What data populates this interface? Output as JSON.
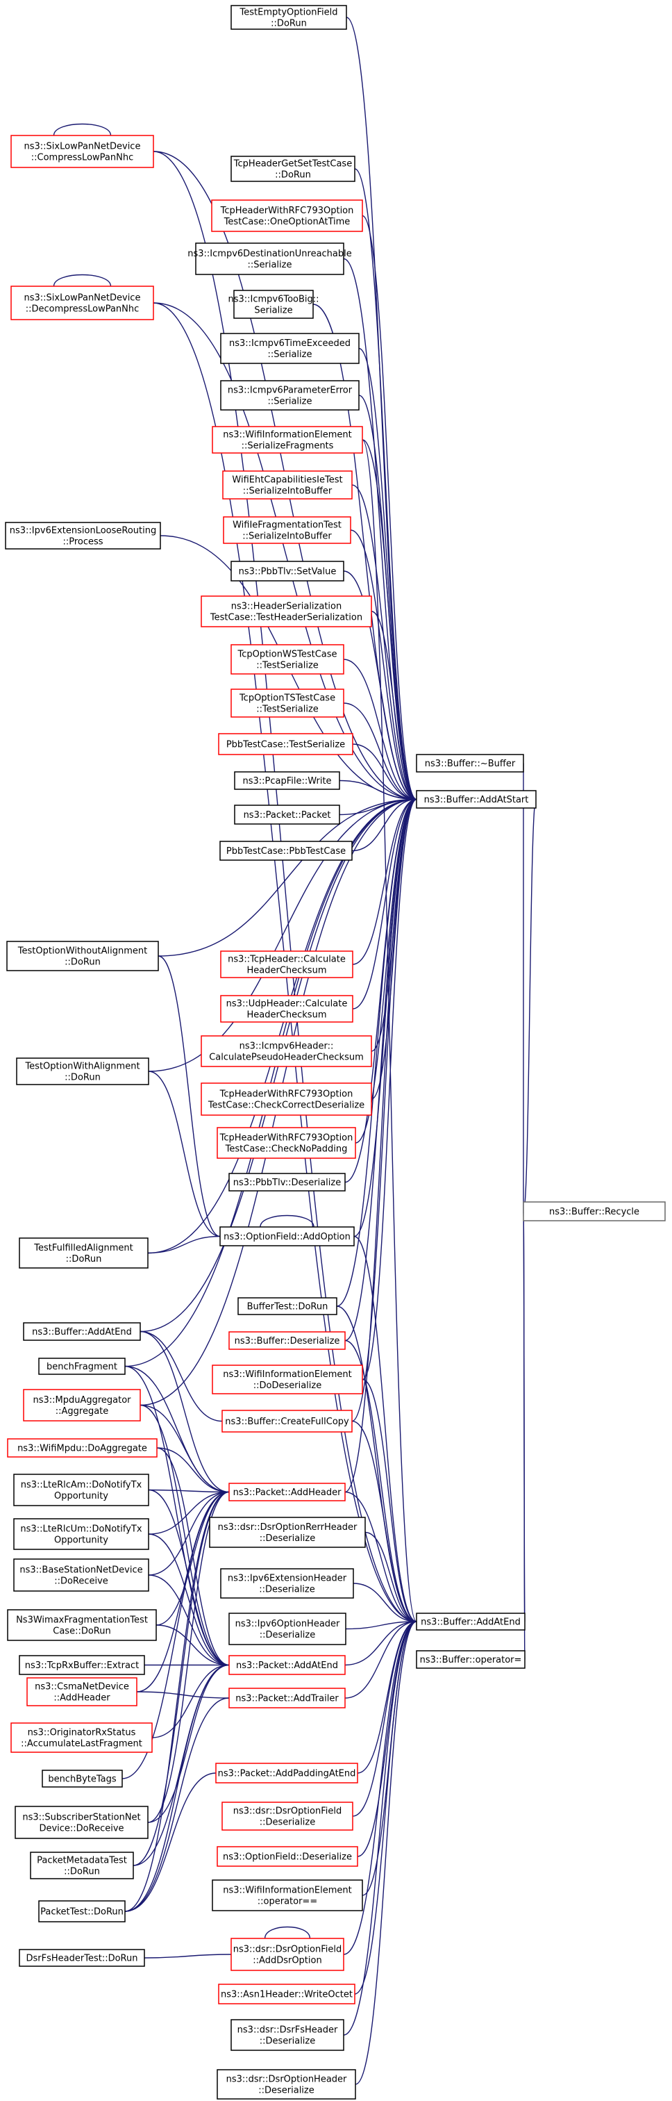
{
  "colors": {
    "edge": "#191970",
    "border_normal": "#000000",
    "border_truncated": "#ff0000",
    "border_focus": "#666666",
    "fill_focus": "#bfbfbf",
    "fill_normal": "#ffffff"
  },
  "focus_node": "ns3::Buffer::Recycle",
  "nodes": [
    {
      "id": "teo",
      "lines": [
        "TestEmptyOptionField",
        "::DoRun"
      ],
      "style": "normal"
    },
    {
      "id": "slc",
      "lines": [
        "ns3::SixLowPanNetDevice",
        "::CompressLowPanNhc"
      ],
      "style": "truncated"
    },
    {
      "id": "tcpgs",
      "lines": [
        "TcpHeaderGetSetTestCase",
        "::DoRun"
      ],
      "style": "normal"
    },
    {
      "id": "tcpo1",
      "lines": [
        "TcpHeaderWithRFC793Option",
        "TestCase::OneOptionAtTime"
      ],
      "style": "truncated"
    },
    {
      "id": "icdu",
      "lines": [
        "ns3::Icmpv6DestinationUnreachable",
        "::Serialize"
      ],
      "style": "normal"
    },
    {
      "id": "sld",
      "lines": [
        "ns3::SixLowPanNetDevice",
        "::DecompressLowPanNhc"
      ],
      "style": "truncated"
    },
    {
      "id": "ictb",
      "lines": [
        "ns3::Icmpv6TooBig::",
        "Serialize"
      ],
      "style": "normal"
    },
    {
      "id": "icte",
      "lines": [
        "ns3::Icmpv6TimeExceeded",
        "::Serialize"
      ],
      "style": "normal"
    },
    {
      "id": "icpe",
      "lines": [
        "ns3::Icmpv6ParameterError",
        "::Serialize"
      ],
      "style": "normal"
    },
    {
      "id": "wies",
      "lines": [
        "ns3::WifiInformationElement",
        "::SerializeFragments"
      ],
      "style": "truncated"
    },
    {
      "id": "weht",
      "lines": [
        "WifiEhtCapabilitiesIeTest",
        "::SerializeIntoBuffer"
      ],
      "style": "truncated"
    },
    {
      "id": "wief",
      "lines": [
        "WifiIeFragmentationTest",
        "::SerializeIntoBuffer"
      ],
      "style": "truncated"
    },
    {
      "id": "ipv6l",
      "lines": [
        "ns3::Ipv6ExtensionLooseRouting",
        "::Process"
      ],
      "style": "normal"
    },
    {
      "id": "pbbsv",
      "lines": [
        "ns3::PbbTlv::SetValue"
      ],
      "style": "normal"
    },
    {
      "id": "hsts",
      "lines": [
        "ns3::HeaderSerialization",
        "TestCase::TestHeaderSerialization"
      ],
      "style": "truncated"
    },
    {
      "id": "tcpws",
      "lines": [
        "TcpOptionWSTestCase",
        "::TestSerialize"
      ],
      "style": "truncated"
    },
    {
      "id": "tcpts",
      "lines": [
        "TcpOptionTSTestCase",
        "::TestSerialize"
      ],
      "style": "truncated"
    },
    {
      "id": "pbbts",
      "lines": [
        "PbbTestCase::TestSerialize"
      ],
      "style": "truncated"
    },
    {
      "id": "bdes",
      "lines": [
        "ns3::Buffer::~Buffer"
      ],
      "style": "normal"
    },
    {
      "id": "pcapw",
      "lines": [
        "ns3::PcapFile::Write"
      ],
      "style": "normal"
    },
    {
      "id": "baas",
      "lines": [
        "ns3::Buffer::AddAtStart"
      ],
      "style": "normal"
    },
    {
      "id": "pktp",
      "lines": [
        "ns3::Packet::Packet"
      ],
      "style": "normal"
    },
    {
      "id": "pbbtc",
      "lines": [
        "PbbTestCase::PbbTestCase"
      ],
      "style": "normal"
    },
    {
      "id": "towa",
      "lines": [
        "TestOptionWithoutAlignment",
        "::DoRun"
      ],
      "style": "normal"
    },
    {
      "id": "tcpch",
      "lines": [
        "ns3::TcpHeader::Calculate",
        "HeaderChecksum"
      ],
      "style": "truncated"
    },
    {
      "id": "udpch",
      "lines": [
        "ns3::UdpHeader::Calculate",
        "HeaderChecksum"
      ],
      "style": "truncated"
    },
    {
      "id": "icpsh",
      "lines": [
        "ns3::Icmpv6Header::",
        "CalculatePseudoHeaderChecksum"
      ],
      "style": "truncated"
    },
    {
      "id": "towi",
      "lines": [
        "TestOptionWithAlignment",
        "::DoRun"
      ],
      "style": "normal"
    },
    {
      "id": "tcpcd",
      "lines": [
        "TcpHeaderWithRFC793Option",
        "TestCase::CheckCorrectDeserialize"
      ],
      "style": "truncated"
    },
    {
      "id": "tcpnp",
      "lines": [
        "TcpHeaderWithRFC793Option",
        "TestCase::CheckNoPadding"
      ],
      "style": "truncated"
    },
    {
      "id": "pbbd",
      "lines": [
        "ns3::PbbTlv::Deserialize"
      ],
      "style": "normal"
    },
    {
      "id": "brec",
      "lines": [
        "ns3::Buffer::Recycle"
      ],
      "style": "focus"
    },
    {
      "id": "tfa",
      "lines": [
        "TestFulfilledAlignment",
        "::DoRun"
      ],
      "style": "normal"
    },
    {
      "id": "ofao",
      "lines": [
        "ns3::OptionField::AddOption"
      ],
      "style": "normal"
    },
    {
      "id": "btdr",
      "lines": [
        "BufferTest::DoRun"
      ],
      "style": "normal"
    },
    {
      "id": "baae1",
      "lines": [
        "ns3::Buffer::AddAtEnd"
      ],
      "style": "normal"
    },
    {
      "id": "bdese",
      "lines": [
        "ns3::Buffer::Deserialize"
      ],
      "style": "truncated"
    },
    {
      "id": "bfrag",
      "lines": [
        "benchFragment"
      ],
      "style": "normal"
    },
    {
      "id": "wiedd",
      "lines": [
        "ns3::WifiInformationElement",
        "::DoDeserialize"
      ],
      "style": "truncated"
    },
    {
      "id": "mpdua",
      "lines": [
        "ns3::MpduAggregator",
        "::Aggregate"
      ],
      "style": "truncated"
    },
    {
      "id": "bcfc",
      "lines": [
        "ns3::Buffer::CreateFullCopy"
      ],
      "style": "truncated"
    },
    {
      "id": "wmda",
      "lines": [
        "ns3::WifiMpdu::DoAggregate"
      ],
      "style": "truncated"
    },
    {
      "id": "lteam",
      "lines": [
        "ns3::LteRlcAm::DoNotifyTx",
        "Opportunity"
      ],
      "style": "normal"
    },
    {
      "id": "pkah",
      "lines": [
        "ns3::Packet::AddHeader"
      ],
      "style": "truncated"
    },
    {
      "id": "lteum",
      "lines": [
        "ns3::LteRlcUm::DoNotifyTx",
        "Opportunity"
      ],
      "style": "normal"
    },
    {
      "id": "dsrre",
      "lines": [
        "ns3::dsr::DsrOptionRerrHeader",
        "::Deserialize"
      ],
      "style": "normal"
    },
    {
      "id": "bsnd",
      "lines": [
        "ns3::BaseStationNetDevice",
        "::DoReceive"
      ],
      "style": "normal"
    },
    {
      "id": "ip6eh",
      "lines": [
        "ns3::Ipv6ExtensionHeader",
        "::Deserialize"
      ],
      "style": "normal"
    },
    {
      "id": "n3wf",
      "lines": [
        "Ns3WimaxFragmentationTest",
        "Case::DoRun"
      ],
      "style": "normal"
    },
    {
      "id": "ip6oh",
      "lines": [
        "ns3::Ipv6OptionHeader",
        "::Deserialize"
      ],
      "style": "normal"
    },
    {
      "id": "baae",
      "lines": [
        "ns3::Buffer::AddAtEnd"
      ],
      "style": "normal"
    },
    {
      "id": "tcprx",
      "lines": [
        "ns3::TcpRxBuffer::Extract"
      ],
      "style": "normal"
    },
    {
      "id": "pkae",
      "lines": [
        "ns3::Packet::AddAtEnd"
      ],
      "style": "truncated"
    },
    {
      "id": "bopeq",
      "lines": [
        "ns3::Buffer::operator="
      ],
      "style": "normal"
    },
    {
      "id": "csma",
      "lines": [
        "ns3::CsmaNetDevice",
        "::AddHeader"
      ],
      "style": "truncated"
    },
    {
      "id": "pkat",
      "lines": [
        "ns3::Packet::AddTrailer"
      ],
      "style": "truncated"
    },
    {
      "id": "orsa",
      "lines": [
        "ns3::OriginatorRxStatus",
        "::AccumulateLastFragment"
      ],
      "style": "truncated"
    },
    {
      "id": "bbt",
      "lines": [
        "benchByteTags"
      ],
      "style": "normal"
    },
    {
      "id": "pkapa",
      "lines": [
        "ns3::Packet::AddPaddingAtEnd"
      ],
      "style": "truncated"
    },
    {
      "id": "ssnd",
      "lines": [
        "ns3::SubscriberStationNet",
        "Device::DoReceive"
      ],
      "style": "normal"
    },
    {
      "id": "dsrof",
      "lines": [
        "ns3::dsr::DsrOptionField",
        "::Deserialize"
      ],
      "style": "truncated"
    },
    {
      "id": "pmdt",
      "lines": [
        "PacketMetadataTest",
        "::DoRun"
      ],
      "style": "normal"
    },
    {
      "id": "ofd",
      "lines": [
        "ns3::OptionField::Deserialize"
      ],
      "style": "truncated"
    },
    {
      "id": "ptdr",
      "lines": [
        "PacketTest::DoRun"
      ],
      "style": "normal"
    },
    {
      "id": "wieeq",
      "lines": [
        "ns3::WifiInformationElement",
        "::operator=="
      ],
      "style": "normal"
    },
    {
      "id": "dsrfh",
      "lines": [
        "DsrFsHeaderTest::DoRun"
      ],
      "style": "normal"
    },
    {
      "id": "dsrad",
      "lines": [
        "ns3::dsr::DsrOptionField",
        "::AddDsrOption"
      ],
      "style": "truncated"
    },
    {
      "id": "asn1",
      "lines": [
        "ns3::Asn1Header::WriteOctet"
      ],
      "style": "truncated"
    },
    {
      "id": "dsrfsd",
      "lines": [
        "ns3::dsr::DsrFsHeader",
        "::Deserialize"
      ],
      "style": "normal"
    },
    {
      "id": "dsrohd",
      "lines": [
        "ns3::dsr::DsrOptionHeader",
        "::Deserialize"
      ],
      "style": "normal"
    }
  ],
  "edges": [
    [
      "bdes",
      "brec"
    ],
    [
      "baas",
      "brec"
    ],
    [
      "baae",
      "brec"
    ],
    [
      "bopeq",
      "brec"
    ],
    [
      "teo",
      "baas"
    ],
    [
      "slc",
      "baas"
    ],
    [
      "tcpgs",
      "baas"
    ],
    [
      "tcpo1",
      "baas"
    ],
    [
      "icdu",
      "baas"
    ],
    [
      "sld",
      "baas"
    ],
    [
      "ictb",
      "baas"
    ],
    [
      "icte",
      "baas"
    ],
    [
      "icpe",
      "baas"
    ],
    [
      "wies",
      "baas"
    ],
    [
      "weht",
      "baas"
    ],
    [
      "wief",
      "baas"
    ],
    [
      "ipv6l",
      "baas"
    ],
    [
      "pbbsv",
      "baas"
    ],
    [
      "hsts",
      "baas"
    ],
    [
      "tcpws",
      "baas"
    ],
    [
      "tcpts",
      "baas"
    ],
    [
      "pbbts",
      "baas"
    ],
    [
      "pcapw",
      "baas"
    ],
    [
      "pktp",
      "baas"
    ],
    [
      "pbbtc",
      "baas"
    ],
    [
      "towa",
      "baas"
    ],
    [
      "tcpch",
      "baas"
    ],
    [
      "udpch",
      "baas"
    ],
    [
      "icpsh",
      "baas"
    ],
    [
      "towi",
      "baas"
    ],
    [
      "tcpcd",
      "baas"
    ],
    [
      "tcpnp",
      "baas"
    ],
    [
      "pbbd",
      "baas"
    ],
    [
      "tfa",
      "baas"
    ],
    [
      "ofao",
      "baas"
    ],
    [
      "btdr",
      "baas"
    ],
    [
      "bdese",
      "baas"
    ],
    [
      "wiedd",
      "baas"
    ],
    [
      "bcfc",
      "baas"
    ],
    [
      "pkah",
      "baas"
    ],
    [
      "baae1",
      "baas"
    ],
    [
      "bfrag",
      "baas"
    ],
    [
      "mpdua",
      "baas"
    ],
    [
      "slc",
      "slc"
    ],
    [
      "sld",
      "sld"
    ],
    [
      "ofao",
      "ofao"
    ],
    [
      "dsrad",
      "dsrad"
    ],
    [
      "towa",
      "ofao"
    ],
    [
      "towi",
      "ofao"
    ],
    [
      "tfa",
      "ofao"
    ],
    [
      "baae1",
      "pkah"
    ],
    [
      "bfrag",
      "pkah"
    ],
    [
      "mpdua",
      "pkah"
    ],
    [
      "wmda",
      "pkah"
    ],
    [
      "lteam",
      "pkah"
    ],
    [
      "lteum",
      "pkah"
    ],
    [
      "bsnd",
      "pkah"
    ],
    [
      "n3wf",
      "pkah"
    ],
    [
      "csma",
      "pkah"
    ],
    [
      "bbt",
      "pkah"
    ],
    [
      "ssnd",
      "pkah"
    ],
    [
      "pmdt",
      "pkah"
    ],
    [
      "ptdr",
      "pkah"
    ],
    [
      "baae1",
      "bcfc"
    ],
    [
      "bfrag",
      "pkae"
    ],
    [
      "lteam",
      "pkae"
    ],
    [
      "lteum",
      "pkae"
    ],
    [
      "bsnd",
      "pkae"
    ],
    [
      "n3wf",
      "pkae"
    ],
    [
      "tcprx",
      "pkae"
    ],
    [
      "orsa",
      "pkae"
    ],
    [
      "ssnd",
      "pkae"
    ],
    [
      "pmdt",
      "pkae"
    ],
    [
      "ptdr",
      "pkae"
    ],
    [
      "mpdua",
      "pkae"
    ],
    [
      "wmda",
      "pkae"
    ],
    [
      "csma",
      "pkat"
    ],
    [
      "ptdr",
      "pkat"
    ],
    [
      "ptdr",
      "pkapa"
    ],
    [
      "dsrfh",
      "dsrad"
    ],
    [
      "ofao",
      "baae"
    ],
    [
      "btdr",
      "baae"
    ],
    [
      "bdese",
      "baae"
    ],
    [
      "wiedd",
      "baae"
    ],
    [
      "bcfc",
      "baae"
    ],
    [
      "pkah",
      "baae"
    ],
    [
      "dsrre",
      "baae"
    ],
    [
      "ip6eh",
      "baae"
    ],
    [
      "ip6oh",
      "baae"
    ],
    [
      "pkae",
      "baae"
    ],
    [
      "pkat",
      "baae"
    ],
    [
      "pkapa",
      "baae"
    ],
    [
      "dsrof",
      "baae"
    ],
    [
      "ofd",
      "baae"
    ],
    [
      "wieeq",
      "baae"
    ],
    [
      "dsrad",
      "baae"
    ],
    [
      "asn1",
      "baae"
    ],
    [
      "dsrfsd",
      "baae"
    ],
    [
      "dsrohd",
      "baae"
    ],
    [
      "wies",
      "baae"
    ],
    [
      "slc",
      "baae"
    ],
    [
      "sld",
      "baae"
    ]
  ]
}
